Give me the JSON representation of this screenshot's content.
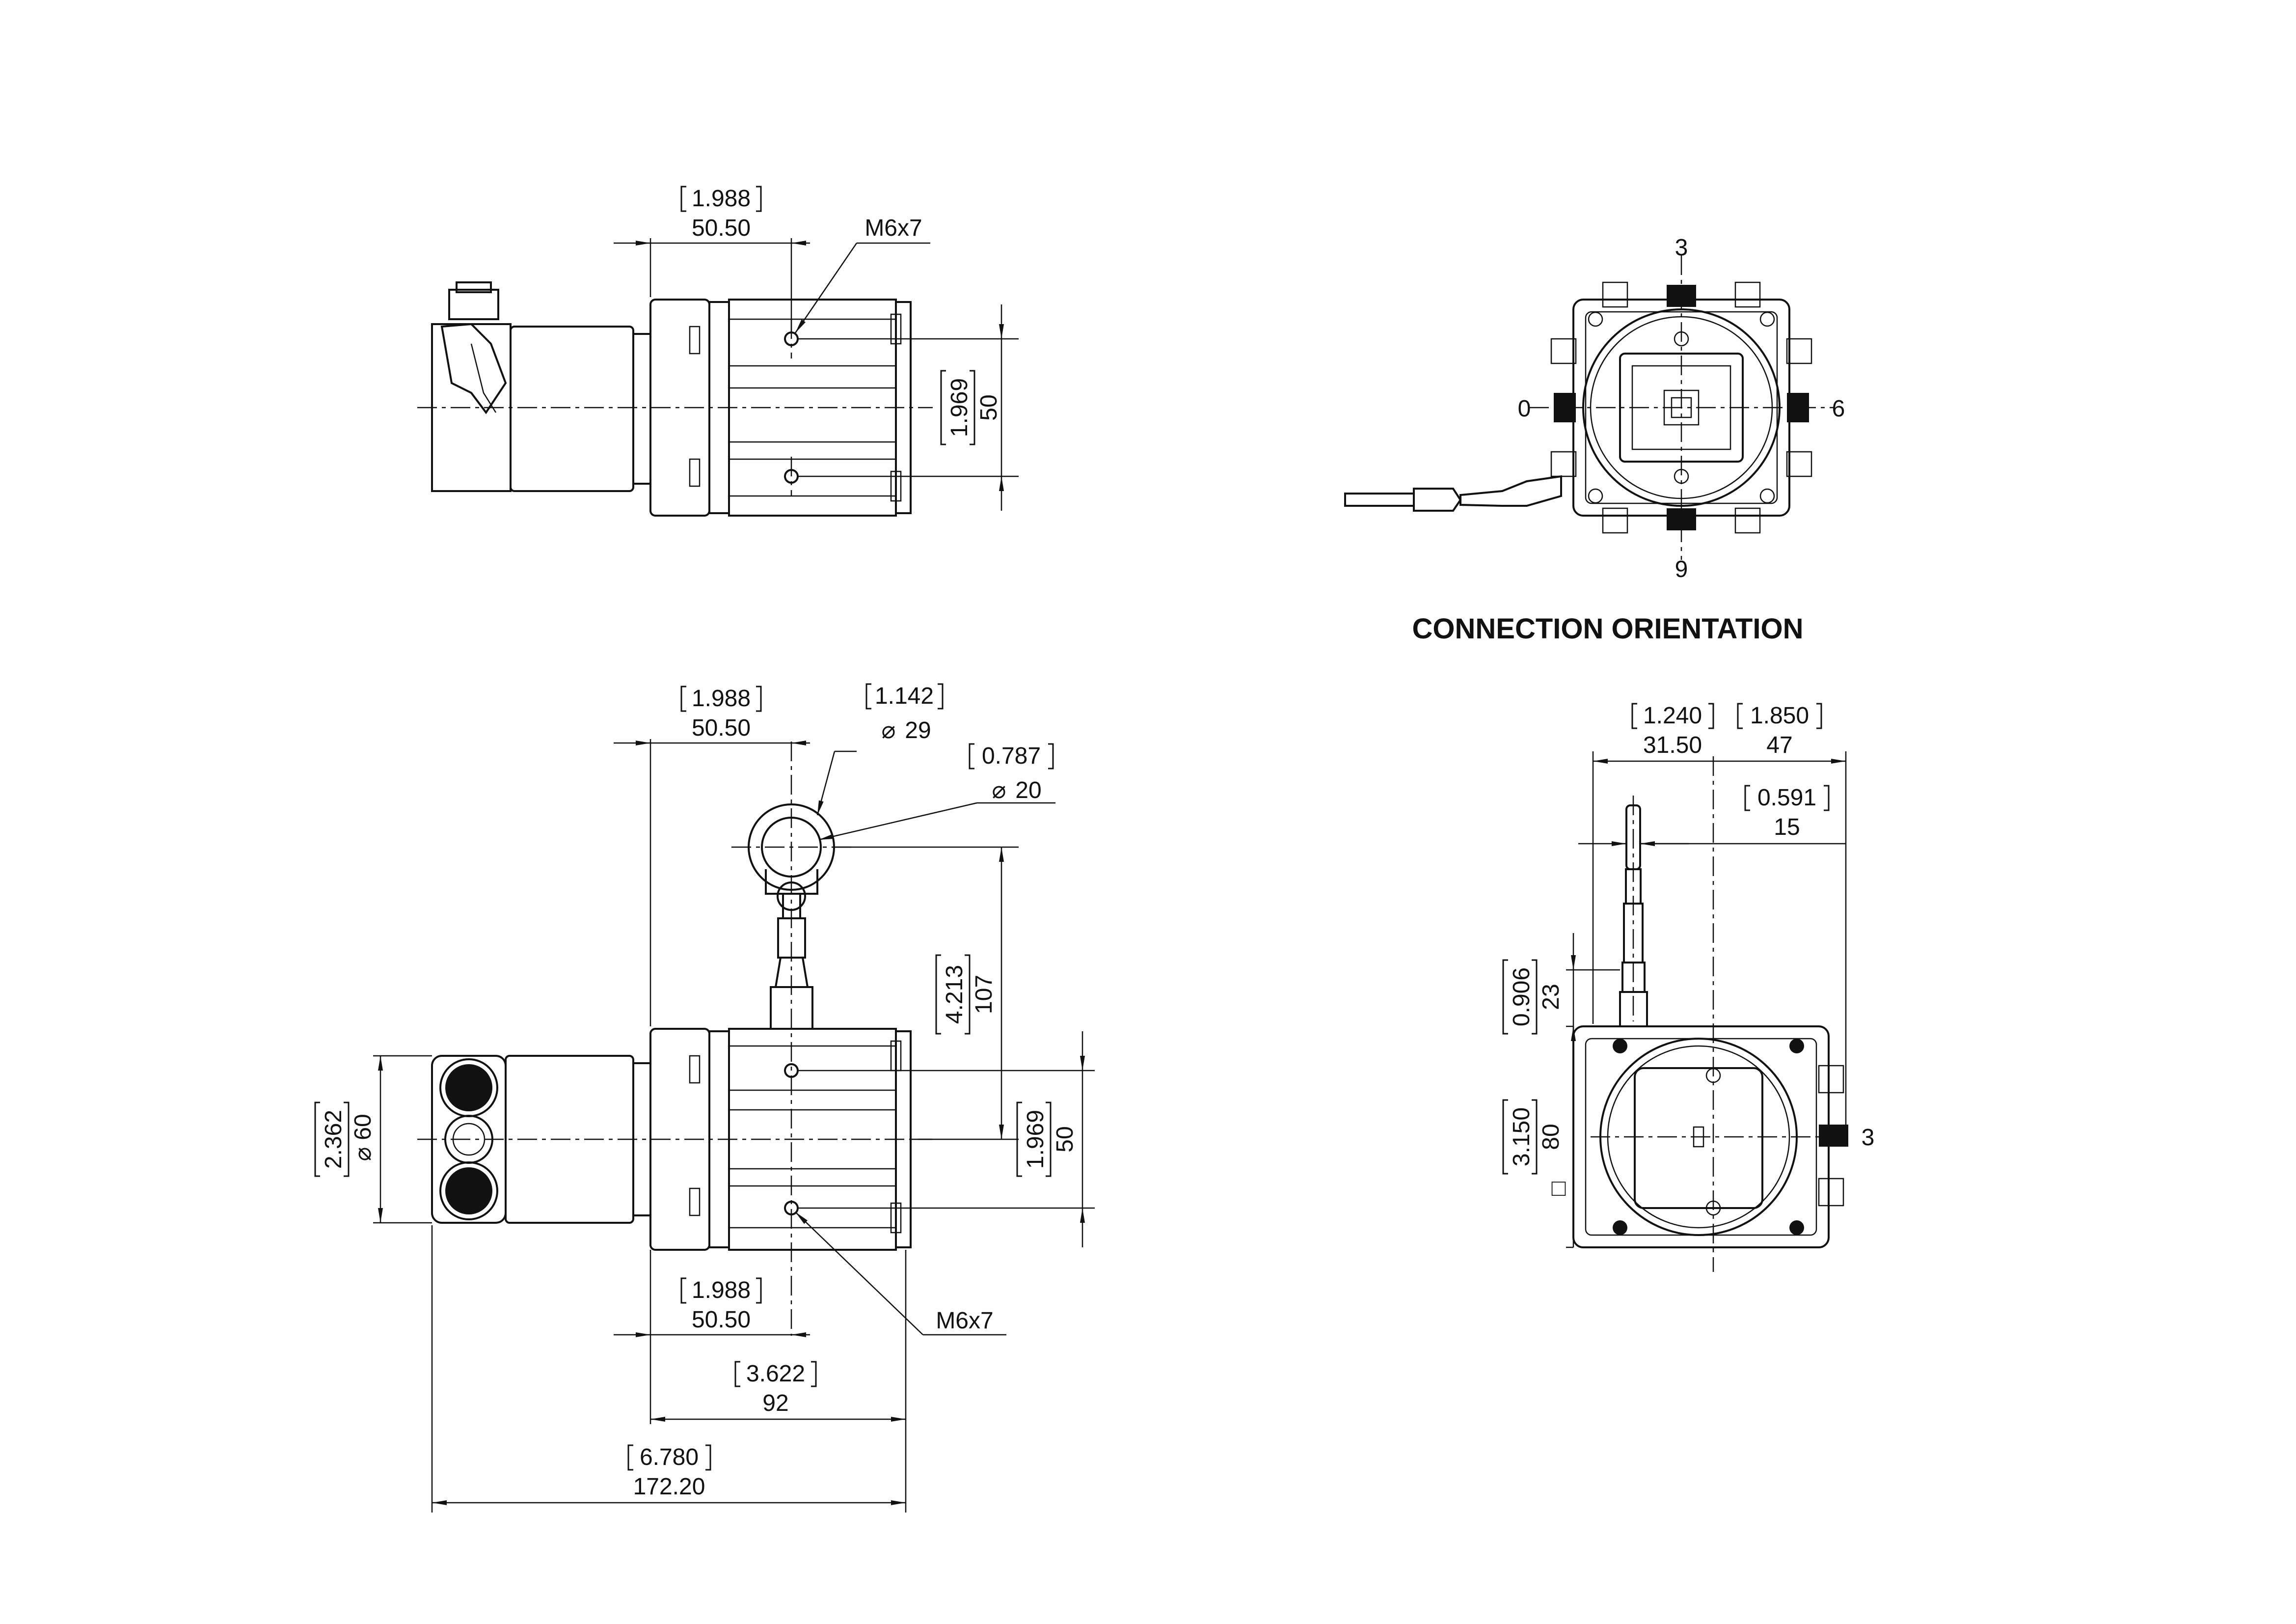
{
  "title": "CONNECTION ORIENTATION",
  "dims": {
    "top_center_in": "1.988",
    "top_center_mm": "50.50",
    "top_thread": "M6x7",
    "top_height_in": "1.969",
    "top_height_mm": "50",
    "mid_center_in": "1.988",
    "mid_center_mm": "50.50",
    "eye_outer_in": "1.142",
    "eye_outer_mm": "29",
    "eye_inner_in": "0.787",
    "eye_inner_mm": "20",
    "eye_offset_in": "4.213",
    "eye_offset_mm": "107",
    "body_height_in": "1.969",
    "body_height_mm": "50",
    "dia_in": "2.362",
    "dia_mm": "60",
    "bottom_center_in": "1.988",
    "bottom_center_mm": "50.50",
    "bottom_thread": "M6x7",
    "body_len_in": "3.622",
    "body_len_mm": "92",
    "total_len_in": "6.780",
    "total_len_mm": "172.20",
    "side_a_in": "1.240",
    "side_a_mm": "31.50",
    "side_b_in": "1.850",
    "side_b_mm": "47",
    "side_c_in": "0.591",
    "side_c_mm": "15",
    "side_h_in": "0.906",
    "side_h_mm": "23",
    "side_sq_in": "3.150",
    "side_sq_mm": "80",
    "side_conn": "3"
  },
  "orientation": {
    "pos_top": "3",
    "pos_left": "0",
    "pos_right": "6",
    "pos_bottom": "9"
  },
  "symbols": {
    "diameter": "⌀",
    "square": "□"
  }
}
